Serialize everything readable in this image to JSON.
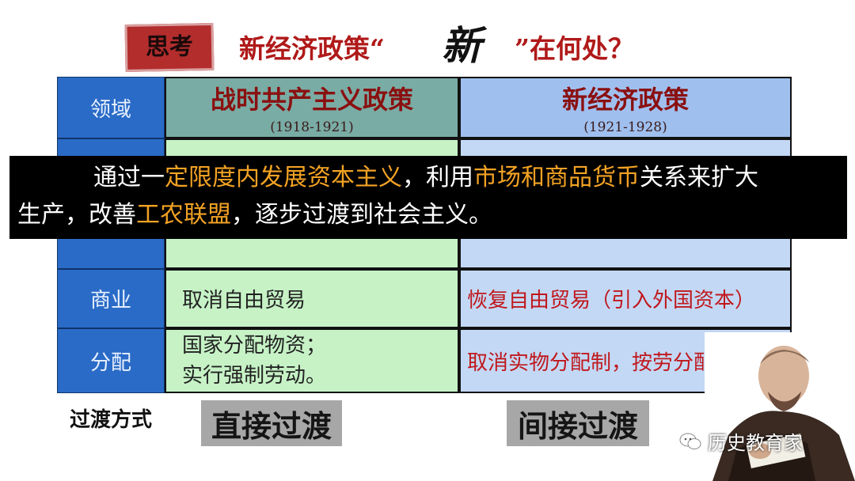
{
  "title": {
    "stamp": "思考",
    "part1": "新经济政策“",
    "emphasis": "新",
    "part2": "”在何处？"
  },
  "table": {
    "header": {
      "field": "领域",
      "col1_title": "战时共产主义政策",
      "col1_years": "(1918-1921)",
      "col2_title": "新经济政策",
      "col2_years": "(1921-1928)"
    },
    "rows": [
      {
        "field": "商业",
        "col1": [
          "取消自由贸易"
        ],
        "col2": "恢复自由贸易（引入外国资本）"
      },
      {
        "field": "分配",
        "col1": [
          "国家分配物资；",
          "实行强制劳动。"
        ],
        "col2": "取消实物分配制，按劳分配"
      }
    ]
  },
  "overlay": {
    "s1": "通过一",
    "h1": "定限度内发展资本主义",
    "s2": "，利用",
    "h2": "市场和商品货币",
    "s3": "关系来扩大",
    "s4": "生产，改善",
    "h3": "工农联盟",
    "s5": "，逐步过渡到社会主义。"
  },
  "bottom": {
    "label": "过渡方式",
    "direct": "直接过渡",
    "indirect": "间接过渡"
  },
  "watermark": {
    "text": "历史教育家"
  }
}
